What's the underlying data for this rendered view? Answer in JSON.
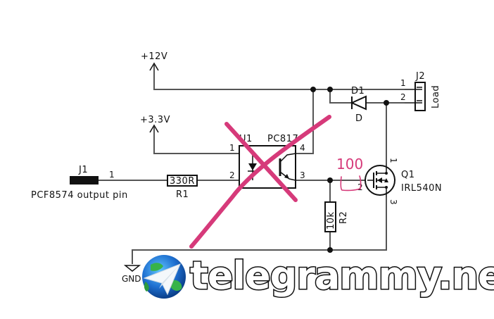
{
  "schematic": {
    "power": {
      "v12": "+12V",
      "v33": "+3.3V",
      "gnd": "GND"
    },
    "j1": {
      "ref": "J1",
      "pin": "1",
      "desc": "PCF8574 output pin"
    },
    "r1": {
      "ref": "R1",
      "value": "330R"
    },
    "u1": {
      "ref": "U1",
      "part": "PC817",
      "pins": [
        "1",
        "2",
        "3",
        "4"
      ]
    },
    "r2": {
      "ref": "R2",
      "value": "10k"
    },
    "q1": {
      "ref": "Q1",
      "part": "IRL540N",
      "pins": [
        "1",
        "2",
        "3"
      ]
    },
    "d1": {
      "ref": "D1",
      "value": "D"
    },
    "j2": {
      "ref": "J2",
      "value": "Load",
      "pins": [
        "1",
        "2"
      ]
    }
  },
  "annotations": {
    "handwritten_value": "100",
    "cross_mark": "optocoupler crossed out",
    "colors": {
      "annotation": "#d63a7a",
      "wire": "#555555"
    }
  },
  "watermark": {
    "text": "telegrammy.net"
  }
}
